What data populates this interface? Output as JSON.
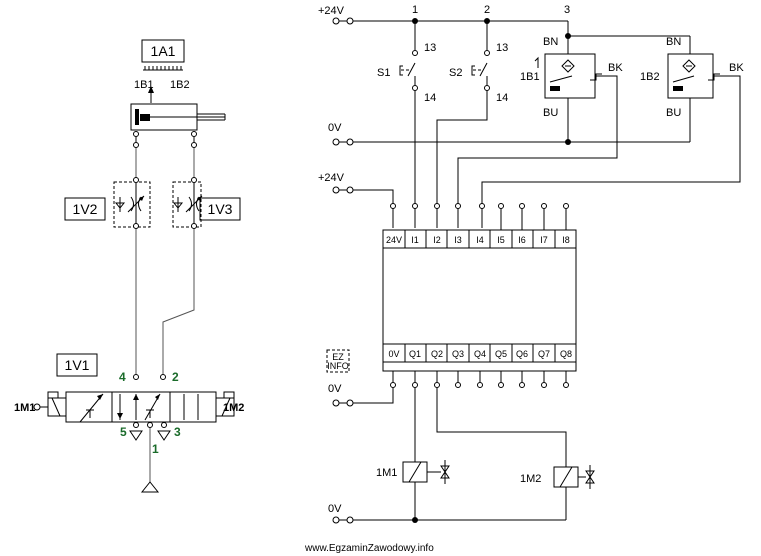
{
  "pneumatic": {
    "cylinder": "1A1",
    "sensor_left": "1B1",
    "sensor_right": "1B2",
    "throttle_left": "1V2",
    "throttle_right": "1V3",
    "valve": "1V1",
    "port_4": "4",
    "port_2": "2",
    "port_5": "5",
    "port_3": "3",
    "port_1": "1",
    "coil_left": "1M1",
    "coil_right": "1M2"
  },
  "electrical": {
    "supply_top": "+24V",
    "col1": "1",
    "col2": "2",
    "col3": "3",
    "switch1": "S1",
    "switch2": "S2",
    "contact_13a": "13",
    "contact_14a": "14",
    "contact_13b": "13",
    "contact_14b": "14",
    "sensor1": "1B1",
    "sensor2": "1B2",
    "bn1": "BN",
    "bk1": "BK",
    "bu1": "BU",
    "bn2": "BN",
    "bk2": "BK",
    "bu2": "BU",
    "zero_v_1": "0V",
    "plc_supply": "+24V",
    "zero_v_2": "0V",
    "zero_v_3": "0V",
    "plc_inputs": [
      "24V",
      "I1",
      "I2",
      "I3",
      "I4",
      "I5",
      "I6",
      "I7",
      "I8"
    ],
    "plc_outputs": [
      "0V",
      "Q1",
      "Q2",
      "Q3",
      "Q4",
      "Q5",
      "Q6",
      "Q7",
      "Q8"
    ],
    "coil1": "1M1",
    "coil2": "1M2",
    "logo_lines": [
      "EZ",
      "INFO"
    ]
  },
  "footer": {
    "watermark": "www.EgzaminZawodowy.info"
  }
}
